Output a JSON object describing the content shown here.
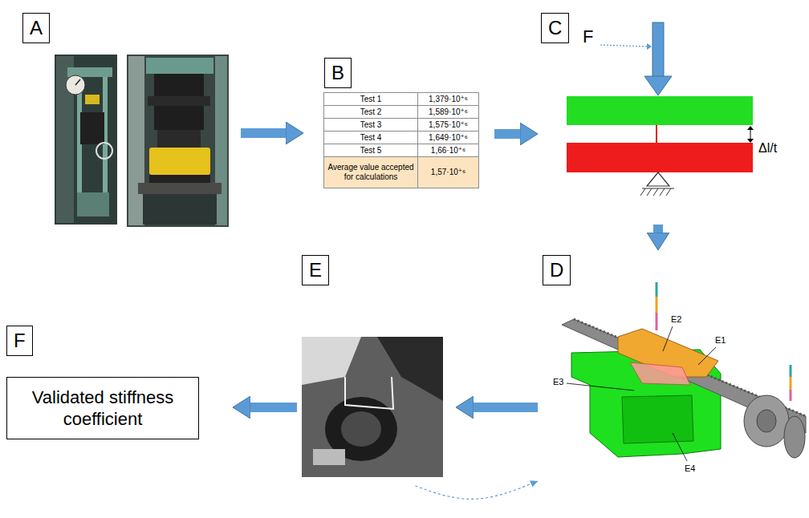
{
  "diagram": {
    "nodes": [
      {
        "text": [
          "A"
        ]
      },
      {
        "text": [
          "B"
        ]
      },
      {
        "text": [
          "C"
        ]
      },
      {
        "text": [
          "D"
        ]
      },
      {
        "text": [
          "E"
        ]
      },
      {
        "text": [
          "F",
          "Validated stiffness coefficient"
        ]
      }
    ],
    "edges": [
      {
        "from": 0,
        "to": 1,
        "arrow": "to"
      },
      {
        "from": 1,
        "to": 2,
        "arrow": "to"
      },
      {
        "from": 2,
        "to": 3,
        "arrow": "to"
      },
      {
        "from": 3,
        "to": 4,
        "arrow": "to"
      },
      {
        "from": 4,
        "to": 5,
        "arrow": "to"
      },
      {
        "from": 4,
        "to": 3,
        "arrow": "to"
      }
    ],
    "labels": [
      "Test 1",
      "1,379·10⁺⁶",
      "Test 2",
      "1,589·10⁺⁶",
      "Test 3",
      "1,575·10⁺⁶",
      "Test 4",
      "1,649·10⁺⁶",
      "Test 5",
      "1,66·10⁺⁶",
      "Average value accepted for calculations",
      "1,57·10⁺⁶",
      "F",
      "Δl/t",
      "E2",
      "E1",
      "E3",
      "E4"
    ]
  }
}
